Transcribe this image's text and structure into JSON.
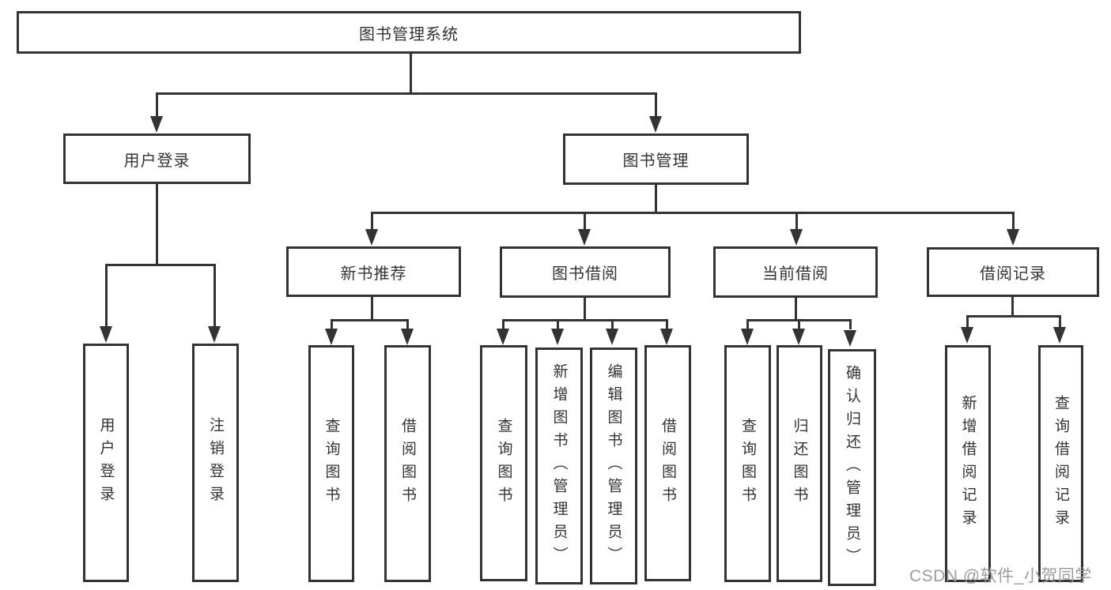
{
  "diagram_title": "图书管理系统",
  "tree": {
    "root": "图书管理系统",
    "branches": {
      "user_login": "用户登录",
      "book_mgmt": "图书管理"
    },
    "book_mgmt_children": [
      "新书推荐",
      "图书借阅",
      "当前借阅",
      "借阅记录"
    ],
    "leaves": {
      "user_login": [
        "用户登录",
        "注销登录"
      ],
      "new_books": [
        "查询图书",
        "借阅图书"
      ],
      "book_borrow": [
        "查询图书",
        "新增图书（管理员）",
        "编辑图书（管理员）",
        "借阅图书"
      ],
      "current_borrow": [
        "查询图书",
        "归还图书",
        "确认归还（管理员）"
      ],
      "borrow_records": [
        "新增借阅记录",
        "查询借阅记录"
      ]
    }
  },
  "watermark": "CSDN @软件_小贺同学",
  "colors": {
    "line": "#333333",
    "text": "#333333",
    "background": "#ffffff",
    "watermark": "#9c9c9c"
  }
}
